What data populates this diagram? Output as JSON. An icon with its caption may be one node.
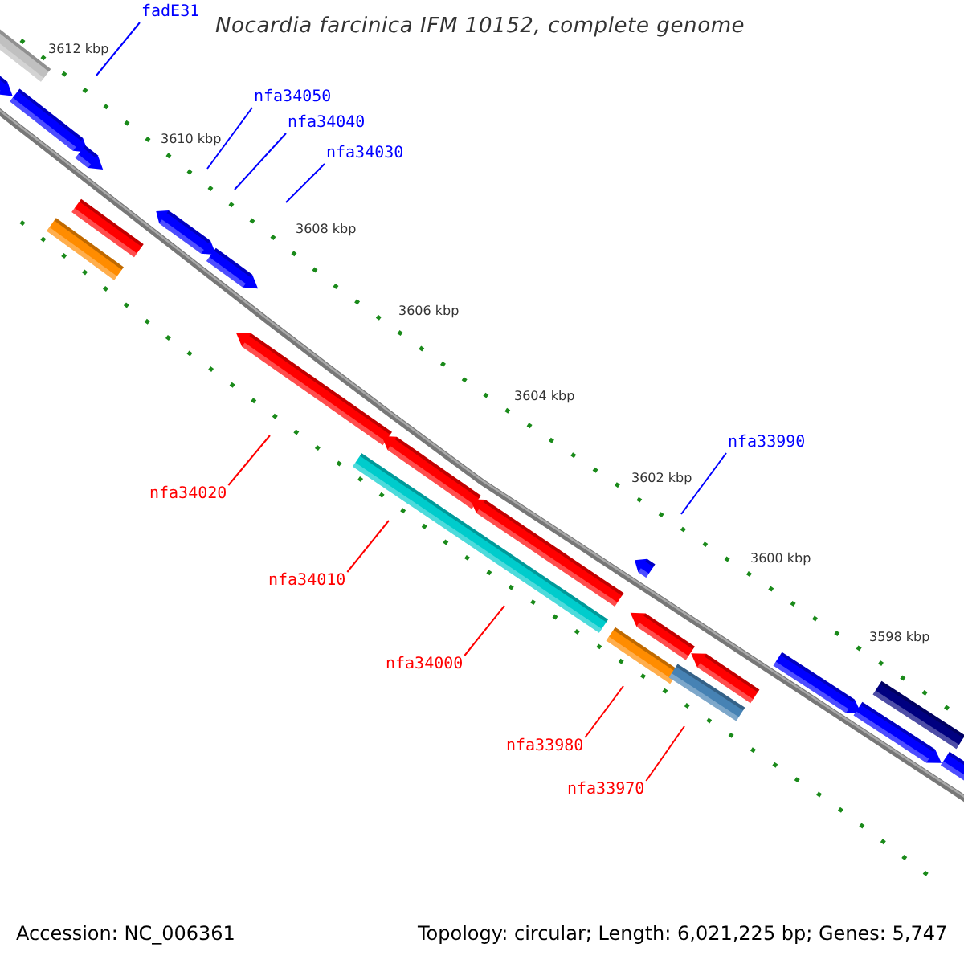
{
  "diagram": {
    "title": "Nocardia farcinica IFM 10152, complete genome",
    "nodes": [
      {
        "text": [
          "fadE31"
        ]
      },
      {
        "text": [
          "nfa34050"
        ]
      },
      {
        "text": [
          "nfa34040"
        ]
      },
      {
        "text": [
          "nfa34030"
        ]
      },
      {
        "text": [
          "nfa34020"
        ]
      },
      {
        "text": [
          "nfa34010"
        ]
      },
      {
        "text": [
          "nfa34000"
        ]
      },
      {
        "text": [
          "nfa33990"
        ]
      },
      {
        "text": [
          "nfa33980"
        ]
      },
      {
        "text": [
          "nfa33970"
        ]
      }
    ],
    "edges": [
      {
        "from": 0,
        "to": null,
        "arrow": "none",
        "color": "#0000ff"
      },
      {
        "from": 1,
        "to": null,
        "arrow": "none",
        "color": "#0000ff"
      },
      {
        "from": 2,
        "to": null,
        "arrow": "none",
        "color": "#0000ff"
      },
      {
        "from": 3,
        "to": null,
        "arrow": "none",
        "color": "#0000ff"
      },
      {
        "from": 4,
        "to": null,
        "arrow": "none",
        "color": "#ff0000"
      },
      {
        "from": 5,
        "to": null,
        "arrow": "none",
        "color": "#ff0000"
      },
      {
        "from": 6,
        "to": null,
        "arrow": "none",
        "color": "#ff0000"
      },
      {
        "from": 7,
        "to": null,
        "arrow": "none",
        "color": "#0000ff"
      },
      {
        "from": 8,
        "to": null,
        "arrow": "none",
        "color": "#ff0000"
      },
      {
        "from": 9,
        "to": null,
        "arrow": "none",
        "color": "#ff0000"
      }
    ],
    "labels": [
      "3612 kbp",
      "3610 kbp",
      "3608 kbp",
      "3606 kbp",
      "3604 kbp",
      "3602 kbp",
      "3600 kbp",
      "3598 kbp",
      "Accession: NC_006361",
      "Topology: circular; Length: 6,021,225 bp; Genes: 5,747"
    ]
  }
}
